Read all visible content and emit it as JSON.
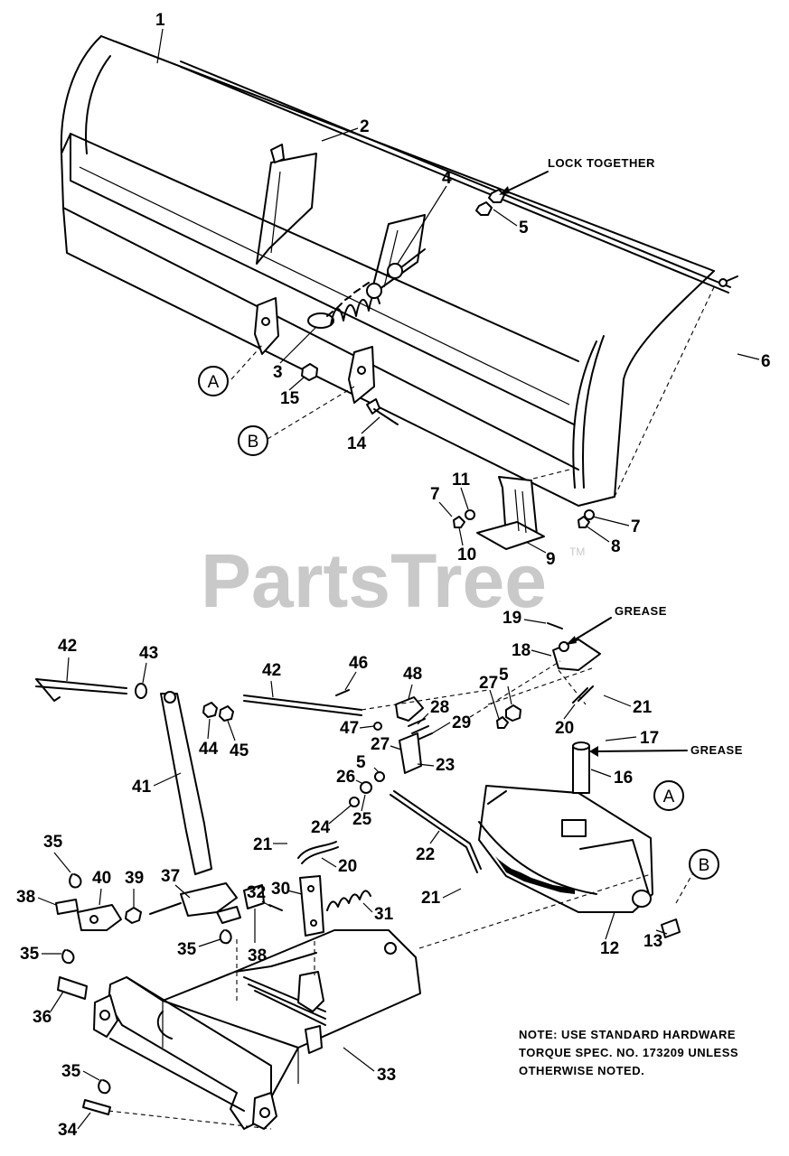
{
  "watermark": {
    "text": "PartsTree",
    "mark": "TM"
  },
  "callout_labels": {
    "lock_together": "LOCK TOGETHER",
    "grease_top": "GREASE",
    "grease_pin": "GREASE"
  },
  "note_lines": [
    "NOTE: USE STANDARD HARDWARE",
    "TORQUE SPEC. NO. 173209 UNLESS",
    "OTHERWISE NOTED."
  ],
  "reference_markers": {
    "a": "A",
    "b": "B"
  },
  "part_numbers": [
    "1",
    "2",
    "3",
    "4",
    "5",
    "6",
    "7",
    "8",
    "9",
    "10",
    "11",
    "12",
    "13",
    "14",
    "15",
    "16",
    "17",
    "18",
    "19",
    "20",
    "21",
    "22",
    "23",
    "24",
    "25",
    "26",
    "27",
    "28",
    "29",
    "30",
    "31",
    "32",
    "33",
    "34",
    "35",
    "36",
    "37",
    "38",
    "39",
    "40",
    "41",
    "42",
    "43",
    "44",
    "45",
    "46",
    "47",
    "48"
  ],
  "dup_labels": {
    "n5b": "5",
    "n5c": "5",
    "n7b": "7",
    "n20b": "20",
    "n21b": "21",
    "n21c": "21",
    "n27b": "27",
    "n35b": "35",
    "n35c": "35",
    "n35d": "35",
    "n38b": "38",
    "n42b": "42"
  }
}
